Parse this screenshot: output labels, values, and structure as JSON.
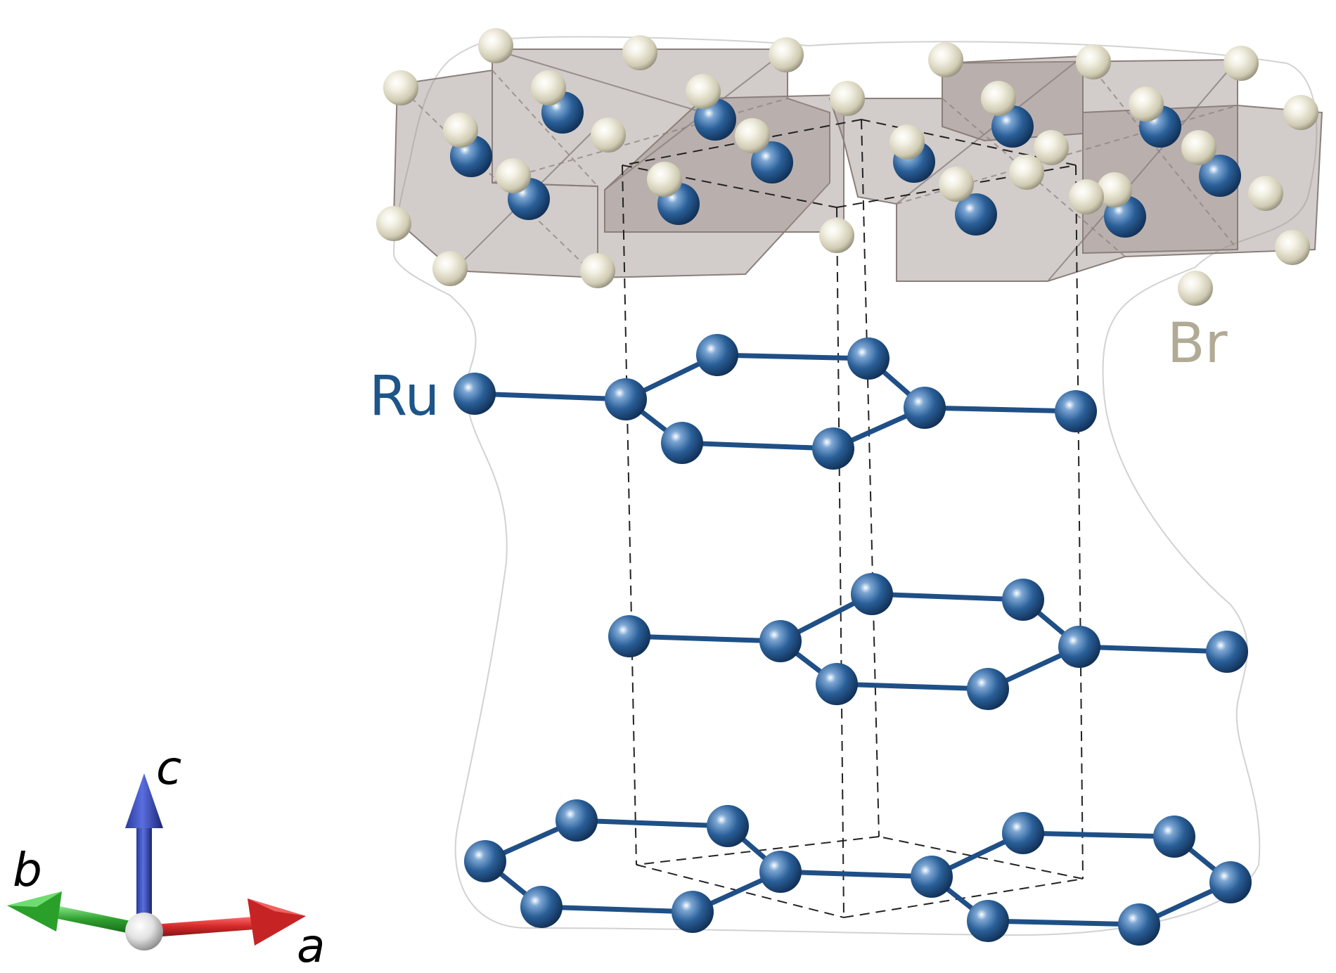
{
  "labels": {
    "ru": "Ru",
    "br": "Br"
  },
  "axes": {
    "a": "a",
    "b": "b",
    "c": "c"
  },
  "colors": {
    "ru_atom": "#1f4f86",
    "br_atom": "#ddd9c4",
    "ru_label": "#1d5588",
    "br_label": "#b1aa94",
    "bond": "#1f4f86",
    "octahedron_fill": "#9c8f8a",
    "axis_a": "#cc2222",
    "axis_b": "#2aa02a",
    "axis_c": "#2233aa"
  }
}
